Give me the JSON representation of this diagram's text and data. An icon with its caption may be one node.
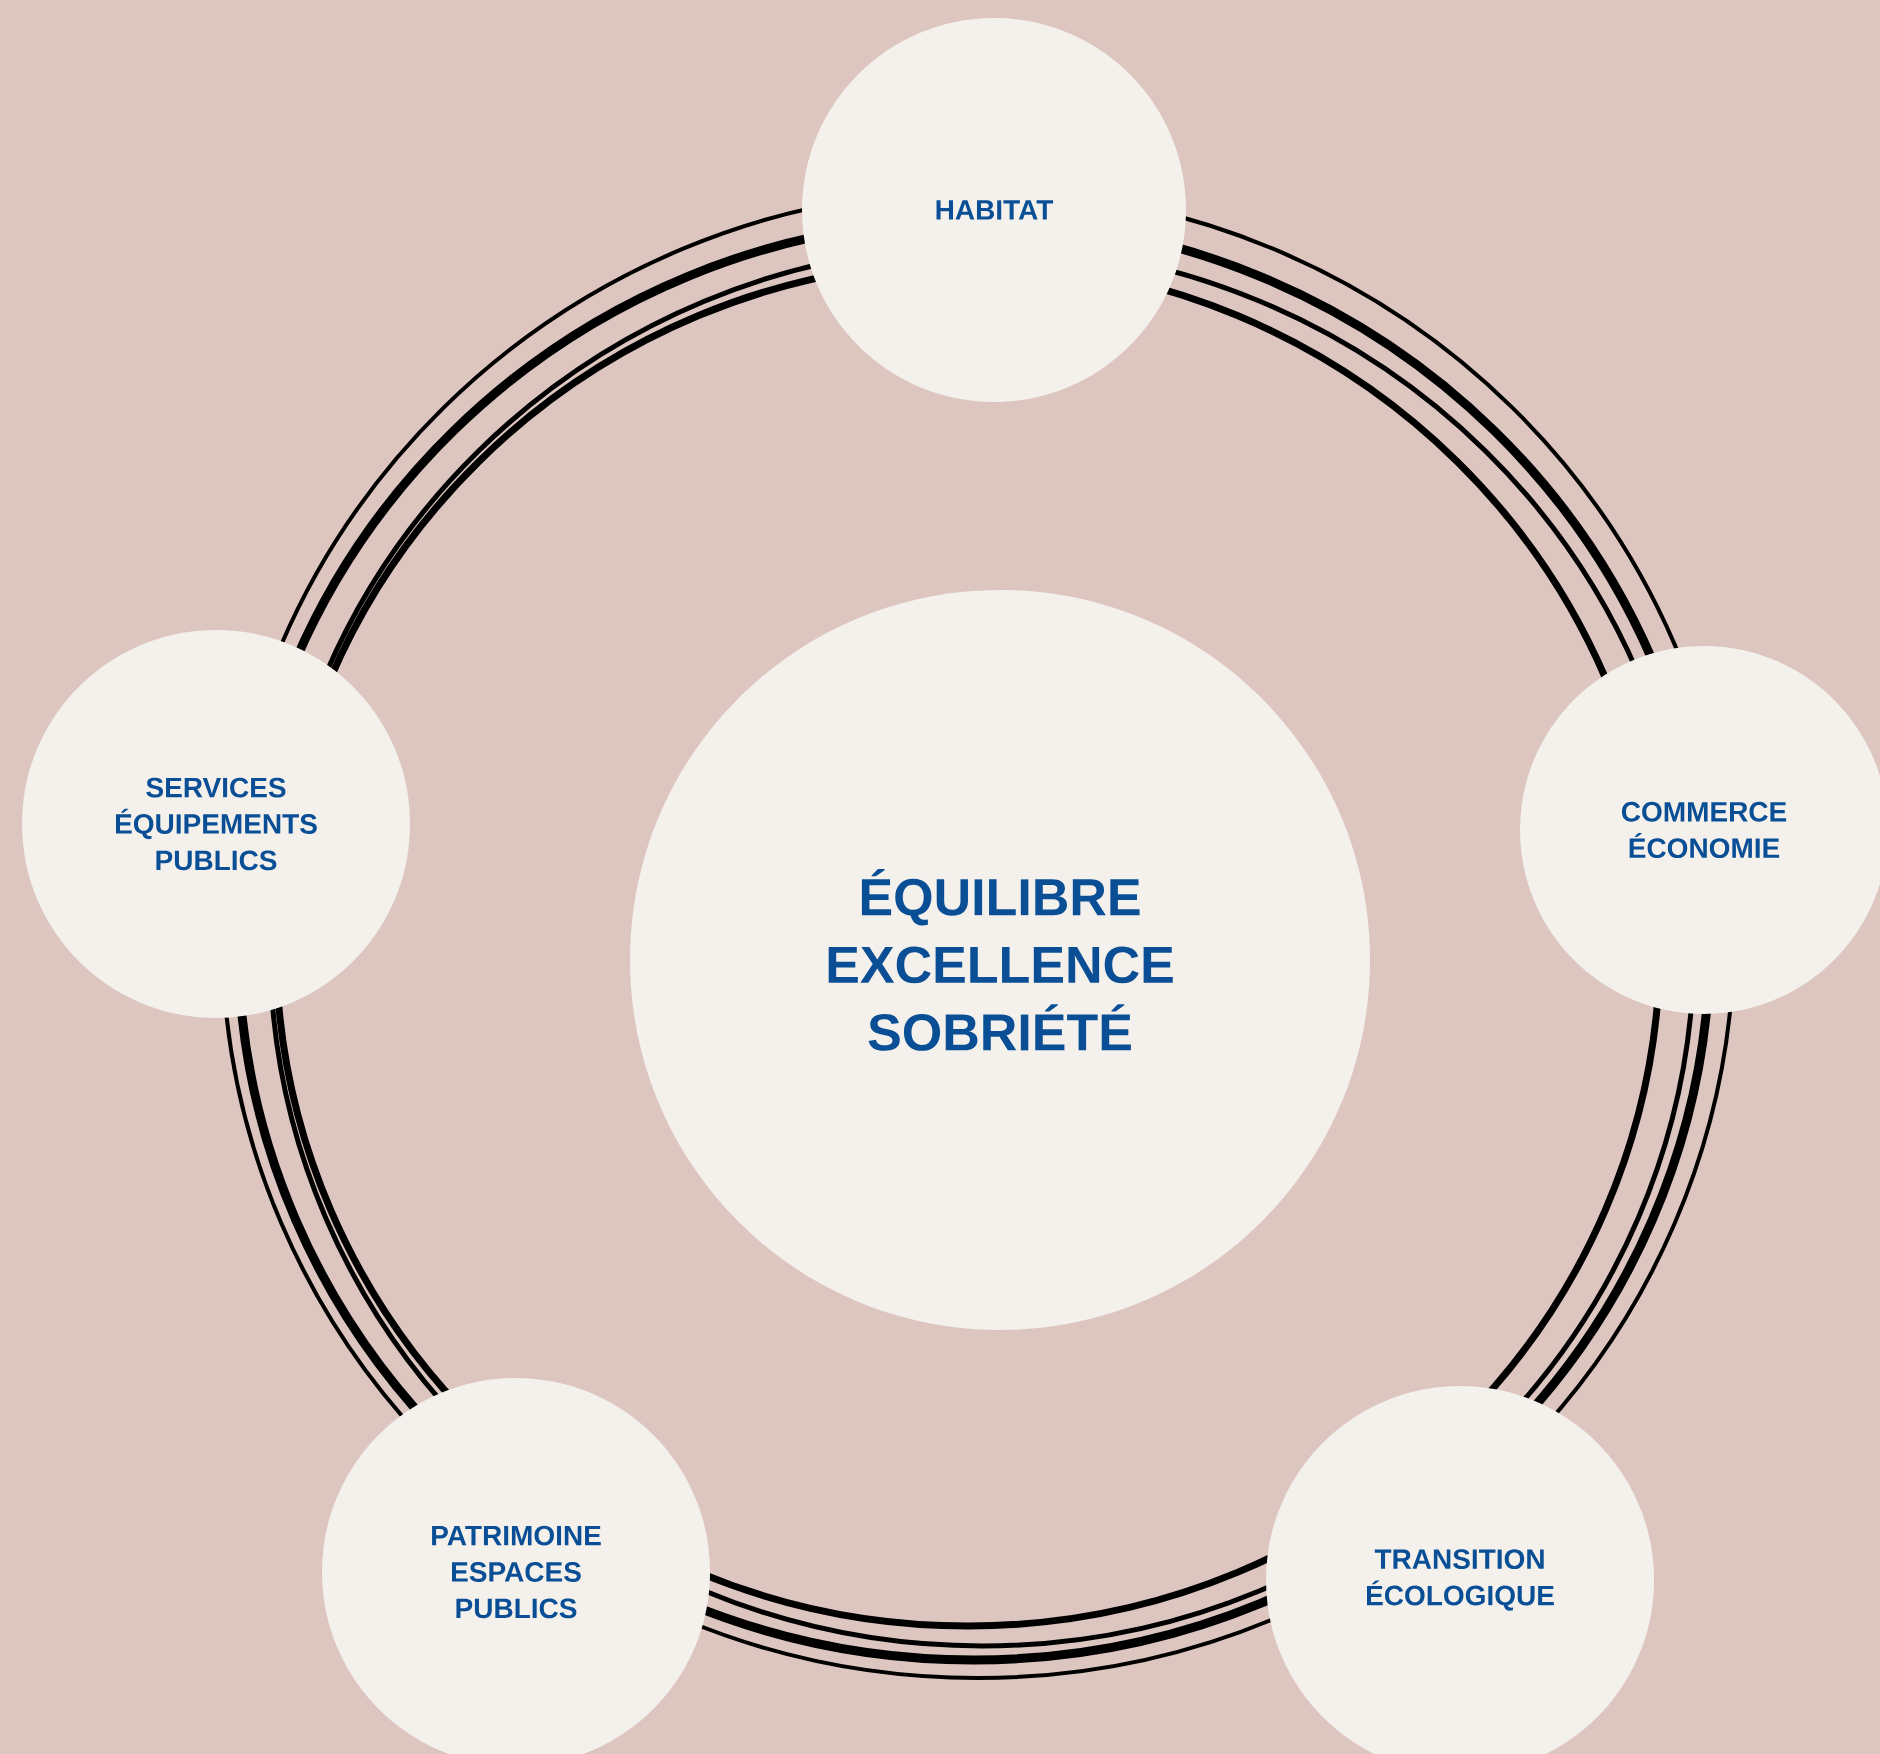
{
  "diagram": {
    "nodes": [
      {
        "text": [
          "HABITAT"
        ]
      },
      {
        "text": [
          "SERVICES ÉQUIPEMENTS PUBLICS"
        ]
      },
      {
        "text": [
          "ÉQUILIBRE EXCELLENCE SOBRIÉTÉ"
        ]
      },
      {
        "text": [
          "COMMERCE ÉCONOMIE"
        ]
      },
      {
        "text": [
          "PATRIMOINE ESPACES PUBLICS"
        ]
      },
      {
        "text": [
          "TRANSITION ÉCOLOGIQUE"
        ]
      }
    ]
  }
}
